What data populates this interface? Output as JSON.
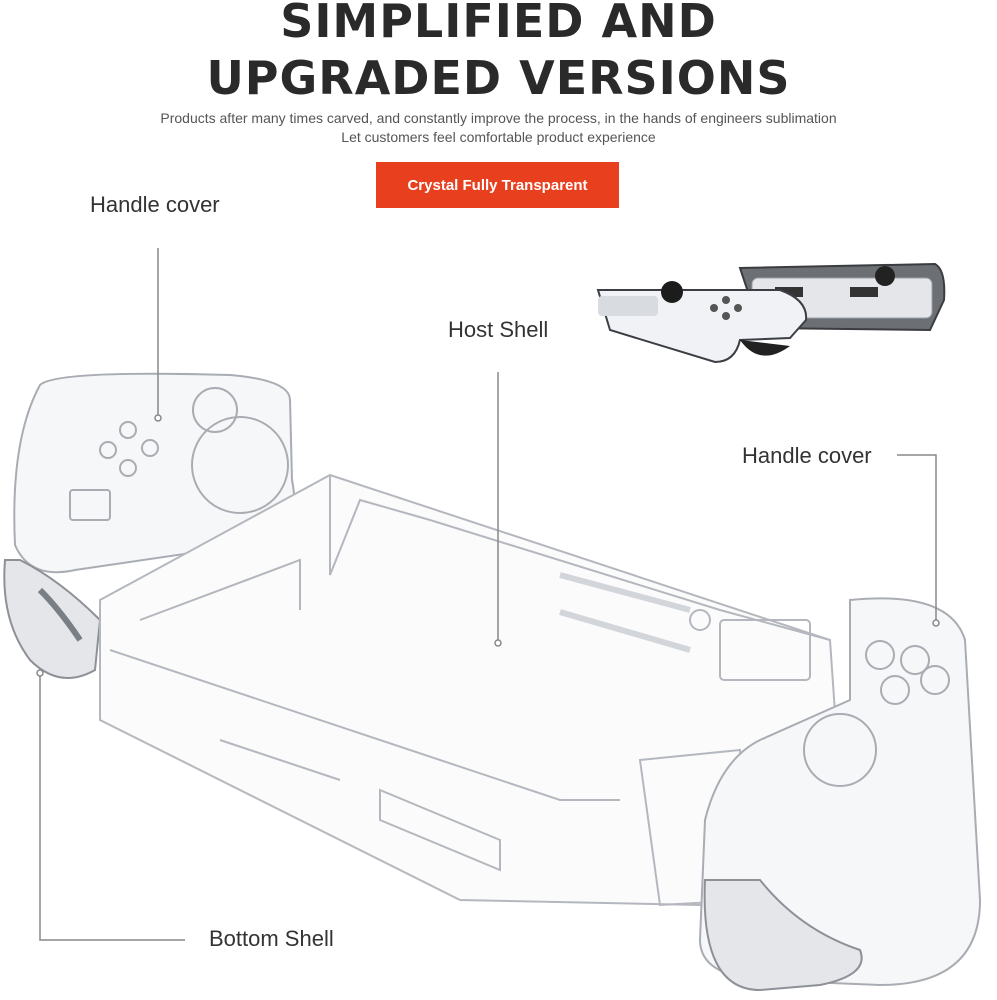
{
  "header": {
    "title_line_1": "SIMPLIFIED AND",
    "title_line_2": "UPGRADED VERSIONS",
    "subtitle_line_1": "Products after many times carved, and constantly improve the process, in the hands of engineers sublimation",
    "subtitle_line_2": "Let customers feel comfortable product experience",
    "badge": "Crystal Fully Transparent"
  },
  "callouts": {
    "handle_cover_left": "Handle cover",
    "host_shell": "Host Shell",
    "handle_cover_right": "Handle cover",
    "bottom_shell": "Bottom Shell"
  },
  "colors": {
    "badge_bg": "#e8401f",
    "title": "#2a2a2a",
    "callout_line": "#888888"
  }
}
